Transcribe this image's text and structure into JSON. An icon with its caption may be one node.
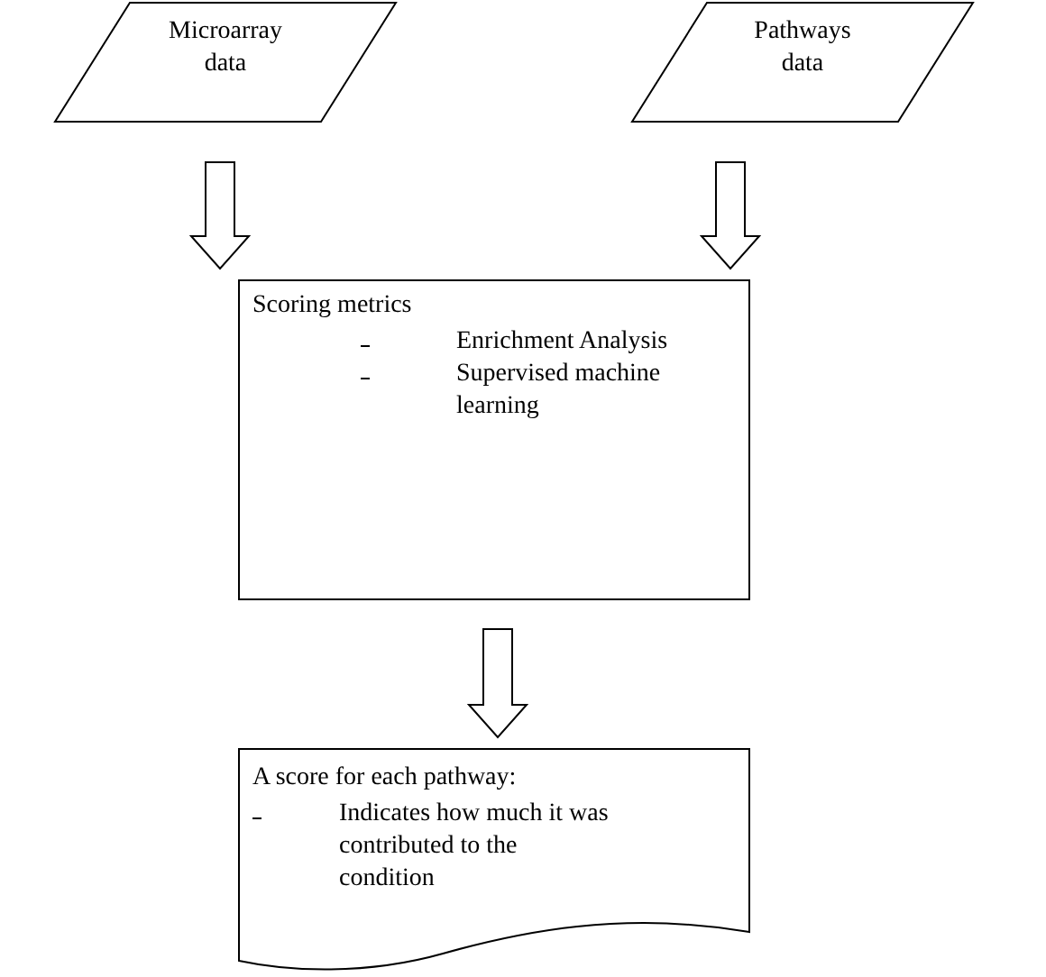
{
  "diagram": {
    "nodes": [
      {
        "text": [
          "Microarray data"
        ]
      },
      {
        "text": [
          "Pathways data"
        ]
      },
      {
        "text": [
          "Scoring metrics",
          "Enrichment Analysis",
          "Supervised machine learning"
        ]
      },
      {
        "text": [
          "A score for each pathway:",
          "Indicates how much it was contributed to the condition"
        ]
      }
    ],
    "edges": [
      {
        "from": 0,
        "to": 2,
        "arrow": "to"
      },
      {
        "from": 1,
        "to": 2,
        "arrow": "to"
      },
      {
        "from": 2,
        "to": 3,
        "arrow": "to"
      }
    ]
  }
}
